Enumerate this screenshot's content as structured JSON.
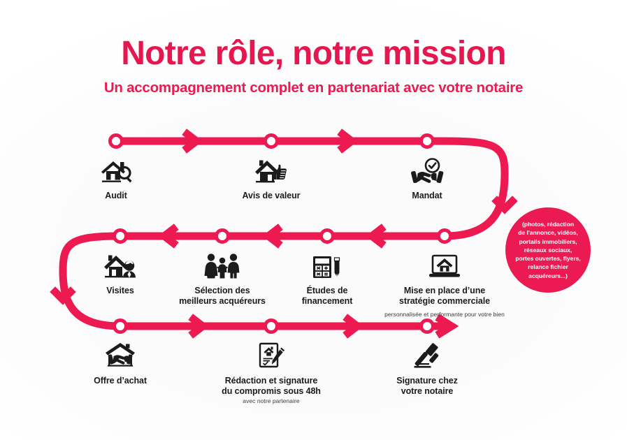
{
  "header": {
    "title": "Notre rôle, notre mission",
    "subtitle": "Un accompagnement complet en partenariat avec votre notaire"
  },
  "colors": {
    "accent": "#ed1a52",
    "title": "#e6174e",
    "callout_bg": "#ec1a53",
    "icon": "#1b1b1b",
    "background": "#fbfbfc"
  },
  "rows": [
    {
      "row_id": "row-1",
      "direction": "left-to-right",
      "steps": [
        {
          "id": "audit",
          "icon": "house-magnifier-icon",
          "label": "Audit",
          "sublabel": ""
        },
        {
          "id": "avis-de-valeur",
          "icon": "house-thumbs-up-icon",
          "label": "Avis de valeur",
          "sublabel": ""
        },
        {
          "id": "mandat",
          "icon": "handshake-check-icon",
          "label": "Mandat",
          "sublabel": ""
        }
      ]
    },
    {
      "row_id": "row-2",
      "direction": "right-to-left",
      "steps": [
        {
          "id": "visites",
          "icon": "house-agent-icon",
          "label": "Visites",
          "sublabel": ""
        },
        {
          "id": "selection-acquereurs",
          "icon": "family-group-icon",
          "label": "Sélection des\nmeilleurs acquéreurs",
          "sublabel": ""
        },
        {
          "id": "etudes-financement",
          "icon": "calculator-pen-icon",
          "label": "Études de\nfinancement",
          "sublabel": ""
        },
        {
          "id": "strategie-commerciale",
          "icon": "laptop-house-icon",
          "label": "Mise en place d’une\nstratégie commerciale",
          "sublabel": "personnalisée et performante pour votre bien"
        }
      ]
    },
    {
      "row_id": "row-3",
      "direction": "left-to-right",
      "steps": [
        {
          "id": "offre-achat",
          "icon": "house-handshake-icon",
          "label": "Offre d’achat",
          "sublabel": ""
        },
        {
          "id": "compromis",
          "icon": "document-pen-icon",
          "label": "Rédaction et signature\ndu compromis sous 48h",
          "sublabel": "avec notre partenaire"
        },
        {
          "id": "signature-notaire",
          "icon": "gavel-icon",
          "label": "Signature chez\nvotre notaire",
          "sublabel": ""
        }
      ]
    }
  ],
  "callout": {
    "id": "strategie-callout",
    "text": "(photos, rédaction\nde l'annonce, vidéos,\nportails immobiliers,\nréseaux sociaux,\nportes ouvertes, flyers,\nrelance fichier\nacquéreurs...)"
  }
}
